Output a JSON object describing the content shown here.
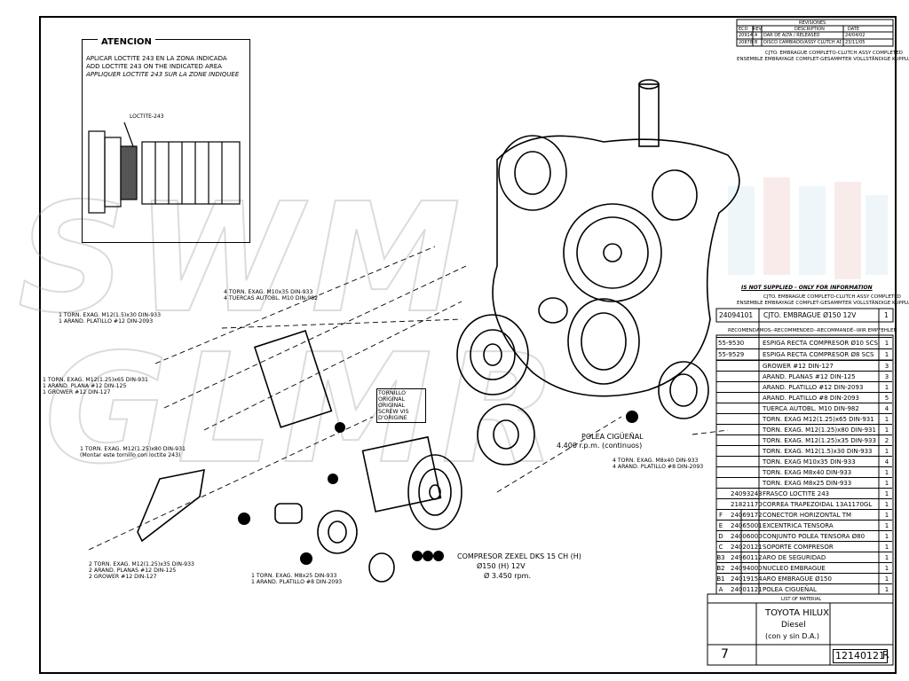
{
  "attention": {
    "title": "ATENCION",
    "line_es": "APLICAR LOCTITE 243 EN LA ZONA INDICADA",
    "line_en": "ADD LOCTITE 243 ON THE INDICATED AREA",
    "line_fr": "APPLIQUER LOCTITE 243 SUR LA ZONE INDIQUEE",
    "loctite_tag": "LOCTITE-243"
  },
  "revisions": {
    "header": "REVISIONES",
    "col_eco": "ECO",
    "col_rev": "REV",
    "col_desc": "DESCRIPTION",
    "col_date": "DATE",
    "rows": [
      {
        "eco": "20914",
        "rev": "A",
        "desc": "DAR DE ALTA / RELEASED",
        "date": "24/04/02"
      },
      {
        "eco": "20878",
        "rev": "B",
        "desc": "DISCO CAMBIADO/ASSY CLUTCH ADDED",
        "date": "23/11/05"
      }
    ]
  },
  "assembly_header": {
    "line1": "CJTO. EMBRAGUE COMPLETO-CLUTCH ASSY COMPLETED",
    "line2": "ENSEMBLE EMBRAYAGE COMPLET-GESAMMTER VOLLSTÄNDIGE KUPPLUNG"
  },
  "not_supplied": "IS NOT SUPPLIED - ONLY FOR INFORMATION",
  "main_part": {
    "code": "24094101",
    "desc": "CJTO. EMBRAGUE Ø150 12V",
    "qty": "1"
  },
  "recommended": "RECOMENDAMOS--RECOMMENDED--RECOMMANDÉ--WIR EMPFEHLEN",
  "rec_parts": [
    {
      "code": "55-9530",
      "desc": "ESPIGA RECTA COMPRESOR Ø10 SCS",
      "qty": "1"
    },
    {
      "code": "55-9529",
      "desc": "ESPIGA RECTA COMPRESOR Ø8 SCS",
      "qty": "1"
    }
  ],
  "parts": [
    {
      "item": "",
      "code": "",
      "desc": "GROWER #12 DIN-127",
      "qty": "3"
    },
    {
      "item": "",
      "code": "",
      "desc": "ARAND. PLANAS #12 DIN-125",
      "qty": "3"
    },
    {
      "item": "",
      "code": "",
      "desc": "ARAND. PLATILLO #12 DIN-2093",
      "qty": "1"
    },
    {
      "item": "",
      "code": "",
      "desc": "ARAND. PLATILLO #8 DIN-2093",
      "qty": "5"
    },
    {
      "item": "",
      "code": "",
      "desc": "TUERCA AUTOBL. M10 DIN-982",
      "qty": "4"
    },
    {
      "item": "",
      "code": "",
      "desc": "TORN. EXAG M12(1.25)x65 DIN-931",
      "qty": "1"
    },
    {
      "item": "",
      "code": "",
      "desc": "TORN. EXAG. M12(1.25)x80 DIN-931",
      "qty": "1"
    },
    {
      "item": "",
      "code": "",
      "desc": "TORN. EXAG. M12(1.25)x35 DIN-933",
      "qty": "2"
    },
    {
      "item": "",
      "code": "",
      "desc": "TORN. EXAG. M12(1.5)x30 DIN-933",
      "qty": "1"
    },
    {
      "item": "",
      "code": "",
      "desc": "TORN. EXAG M10x35 DIN-933",
      "qty": "4"
    },
    {
      "item": "",
      "code": "",
      "desc": "TORN. EXAG M8x40 DIN-933",
      "qty": "1"
    },
    {
      "item": "",
      "code": "",
      "desc": "TORN. EXAG M8x25 DIN-933",
      "qty": "1"
    },
    {
      "item": "",
      "code": "24093243",
      "desc": "FRASCO LOCTITE 243",
      "qty": "1"
    },
    {
      "item": "",
      "code": "21821170",
      "desc": "CORREA TRAPEZOIDAL 13A1170GL",
      "qty": "1"
    },
    {
      "item": "F",
      "code": "24069172",
      "desc": "CONECTOR HORIZONTAL TM",
      "qty": "1"
    },
    {
      "item": "E",
      "code": "24065001",
      "desc": "EXCENTRICA TENSORA",
      "qty": "1"
    },
    {
      "item": "D",
      "code": "24006000",
      "desc": "CONJUNTO POLEA TENSORA Ø80",
      "qty": "1"
    },
    {
      "item": "C",
      "code": "24020121",
      "desc": "SOPORTE COMPRESOR",
      "qty": "1"
    },
    {
      "item": "B3",
      "code": "24960112",
      "desc": "ARO DE SEGURIDAD",
      "qty": "1"
    },
    {
      "item": "B2",
      "code": "24094000",
      "desc": "NUCLEO EMBRAGUE",
      "qty": "1"
    },
    {
      "item": "B1",
      "code": "24019154",
      "desc": "ARO EMBRAGUE Ø150",
      "qty": "1"
    },
    {
      "item": "A",
      "code": "24001121",
      "desc": "POLEA CIGUEÑAL",
      "qty": "1"
    }
  ],
  "list_of_material": "LIST OF MATERIAL",
  "title_block": {
    "vehicle": "TOYOTA HILUX",
    "engine": "Diesel",
    "variant": "(con y sin D.A.)",
    "sheet": "7",
    "drawing_no": "12140121",
    "rev": "R"
  },
  "callouts": {
    "c1": "4 TORN. EXAG. M10x35 DIN-933",
    "c1b": "4 TUERCAS AUTOBL. M10 DIN-982",
    "c2": "1 TORN. EXAG. M12(1.5)x30 DIN-933",
    "c2b": "1 ARAND. PLATILLO #12 DIN-2093",
    "c3": "1 TORN. EXAG. M12(1.25)x65 DIN-931",
    "c3b": "1 ARAND. PLANA #12 DIN-125",
    "c3c": "1 GROWER #12 DIN-127",
    "c4": "1 TORN. EXAG. M12(1.25)x80 DIN-931",
    "c4b": "(Montar este tornillo con loctite 243)",
    "c5": "2 TORN. EXAG. M12(1.25)x35 DIN-933",
    "c5b": "2 ARAND. PLANAS #12 DIN-125",
    "c5c": "2 GROWER #12 DIN-127",
    "c6": "1 TORN. EXAG. M8x25 DIN-933",
    "c6b": "1 ARAND. PLATILLO #8 DIN-2093",
    "c7": "4 TORN. EXAG. M8x40 DIN-933",
    "c7b": "4 ARAND. PLATILLO #8 DIN-2093",
    "note": "TORNILLO ORIGINAL ORIGINAL SCREW VIS D'ORIGINE",
    "pulley": "POLEA CIGÜEÑAL",
    "pulley_rpm": "4.400 r.p.m. (continuos)",
    "compressor": "COMPRESOR ZEXEL DKS 15 CH (H)",
    "compressor_b": "Ø150 (H) 12V",
    "compressor_c": "Ø 3.450 rpm."
  },
  "watermark": "SWM GLMR"
}
